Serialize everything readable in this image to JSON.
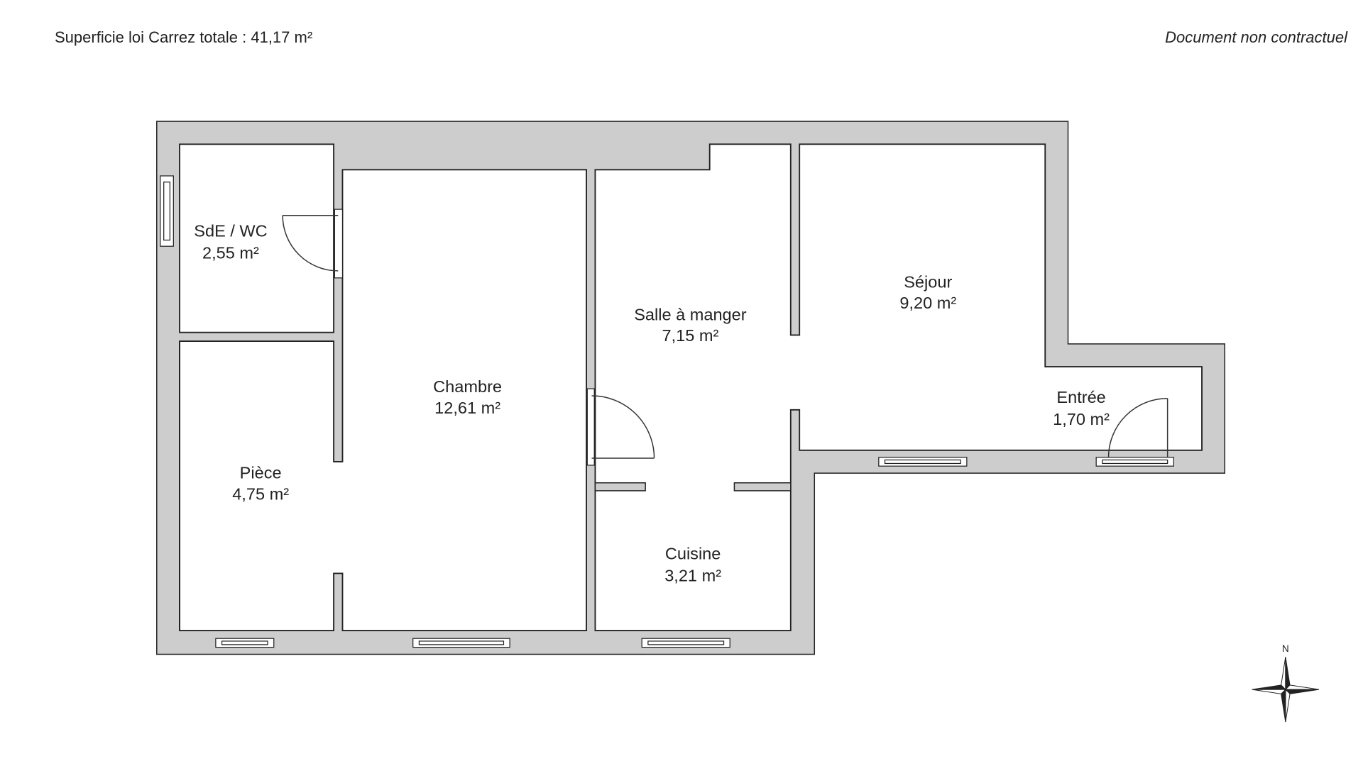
{
  "header": {
    "total_area": "Superficie loi Carrez totale : 41,17 m²",
    "disclaimer": "Document non contractuel"
  },
  "rooms": [
    {
      "name": "SdE / WC",
      "area": "2,55 m²"
    },
    {
      "name": "Pièce",
      "area": "4,75 m²"
    },
    {
      "name": "Chambre",
      "area": "12,61 m²"
    },
    {
      "name": "Salle à manger",
      "area": "7,15 m²"
    },
    {
      "name": "Cuisine",
      "area": "3,21 m²"
    },
    {
      "name": "Séjour",
      "area": "9,20 m²"
    },
    {
      "name": "Entrée",
      "area": "1,70 m²"
    }
  ],
  "compass": {
    "north_label": "N"
  }
}
